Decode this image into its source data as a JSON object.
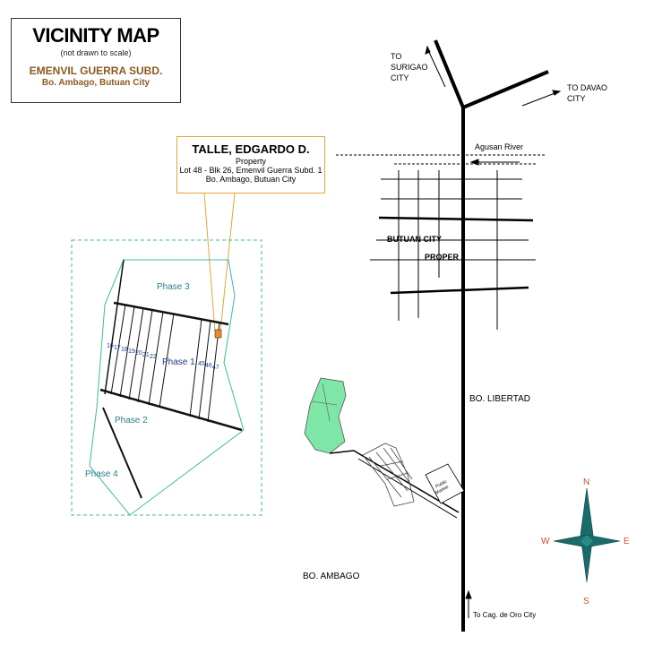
{
  "title": {
    "main": "VICINITY MAP",
    "note": "(not drawn to scale)",
    "subdivision": "EMENVIL GUERRA SUBD.",
    "location": "Bo. Ambago, Butuan City"
  },
  "property": {
    "owner": "TALLE, EDGARDO D.",
    "label": "Property",
    "lot": "Lot 48 - Blk 26, Emenvil Guerra Subd. 1",
    "address": "Bo. Ambago, Butuan City"
  },
  "phases": {
    "phase1": "Phase 1",
    "phase2": "Phase 2",
    "phase3": "Phase 3",
    "phase4": "Phase 4"
  },
  "places": {
    "surigao": "TO\nSURIGAO\nCITY",
    "surigao_l1": "TO",
    "surigao_l2": "SURIGAO",
    "surigao_l3": "CITY",
    "davao_l1": "TO DAVAO",
    "davao_l2": "CITY",
    "river": "Agusan   River",
    "city_l1": "BUTUAN CITY",
    "city_l2": "PROPER",
    "libertad": "BO.  LIBERTAD",
    "ambago": "BO.  AMBAGO",
    "cdo": "To  Cag. de Oro City",
    "market_l1": "Public",
    "market_l2": "Market"
  },
  "compass": {
    "n": "N",
    "s": "S",
    "e": "E",
    "w": "W",
    "color": "#1a6b6b",
    "letter_color": "#d0502a"
  },
  "colors": {
    "site_boundary": "#3cb8a8",
    "phase_text": "#2a7f8a",
    "phase1_text": "#1f3a8a",
    "property_fill": "#f08a24",
    "green_area": "#7ee6a6"
  }
}
